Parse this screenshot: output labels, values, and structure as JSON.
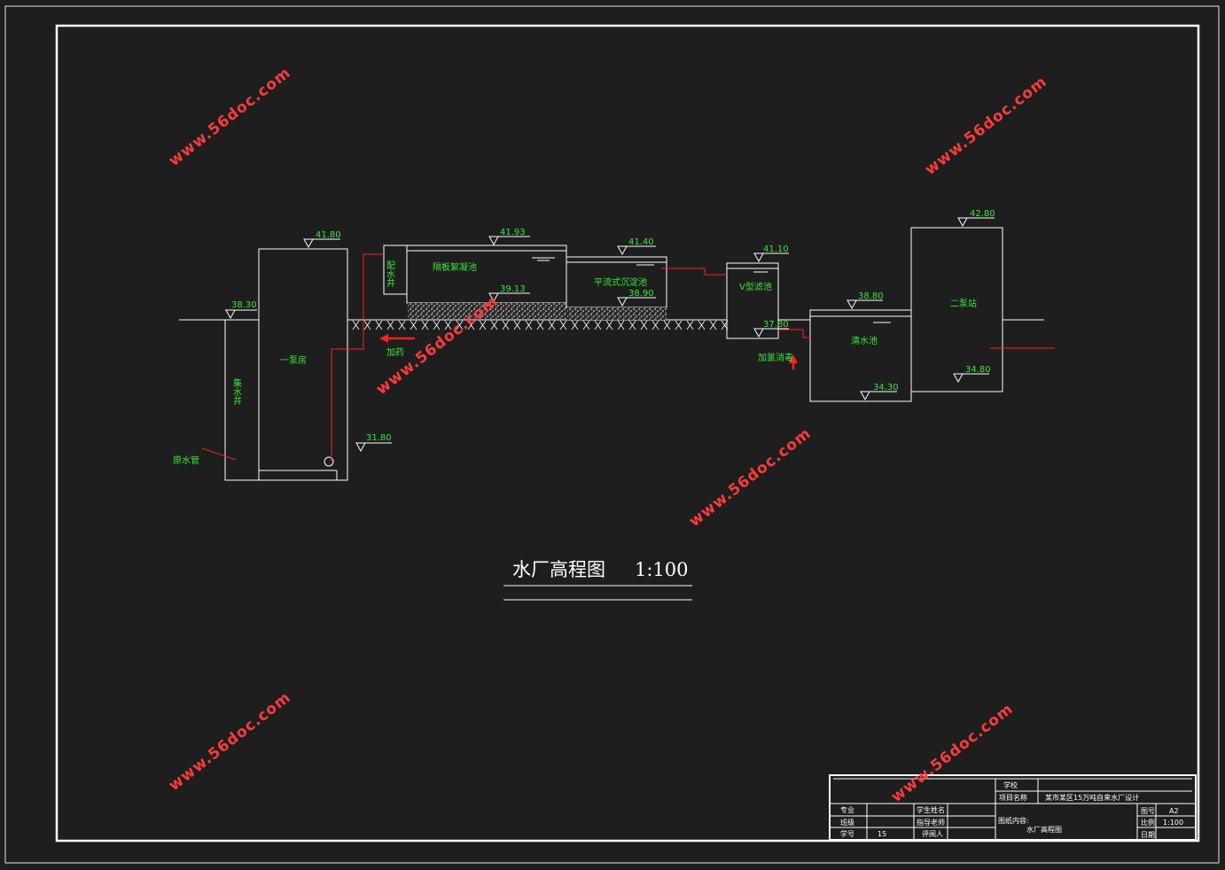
{
  "drawing": {
    "title": "水厂高程图",
    "scale": "1:100"
  },
  "structures": {
    "collection_well": "集水井",
    "pump_house_1": "一泵房",
    "distribution_well": "配水井",
    "flocculation_tank": "隔板絮凝池",
    "sedimentation_tank": "平流式沉淀池",
    "v_filter": "V型滤池",
    "clear_water_tank": "清水池",
    "pump_station_2": "二泵站"
  },
  "labels": {
    "raw_water_pipe": "原水管",
    "dosing": "加药",
    "chlorination": "加氯消毒"
  },
  "elevations": {
    "collection_well_top": "38.30",
    "pump_house_top": "41.80",
    "pump_house_bottom": "31.80",
    "flocculation_top": "41.93",
    "flocculation_bottom": "39.13",
    "sedimentation_top": "41.40",
    "sedimentation_bottom": "38.90",
    "filter_top": "41.10",
    "filter_bottom": "37.80",
    "clear_water_top": "38.80",
    "clear_water_bottom": "34.30",
    "pump_station_top": "42.80",
    "pump_station_bottom": "34.80"
  },
  "title_block": {
    "school": "学校",
    "project_name_label": "项目名称",
    "project_name": "某市某区15万吨自来水厂设计",
    "major": "专业",
    "student_name": "学生姓名",
    "class": "班级",
    "advisor": "指导老师",
    "student_no": "学号",
    "student_no_value": "15",
    "reviewer": "评阅人",
    "drawing_content_label": "图纸内容:",
    "drawing_content": "水厂高程图",
    "drawing_no": "图号",
    "drawing_no_value": "A2",
    "scale_label": "比例",
    "scale_value": "1:100",
    "date": "日期"
  },
  "watermark": "www.56doc.com",
  "colors": {
    "background": "#1e1e1e",
    "line": "#ffffff",
    "elevation_text": "#39e639",
    "pipe": "#ff2020",
    "watermark": "#ff3b3b"
  }
}
